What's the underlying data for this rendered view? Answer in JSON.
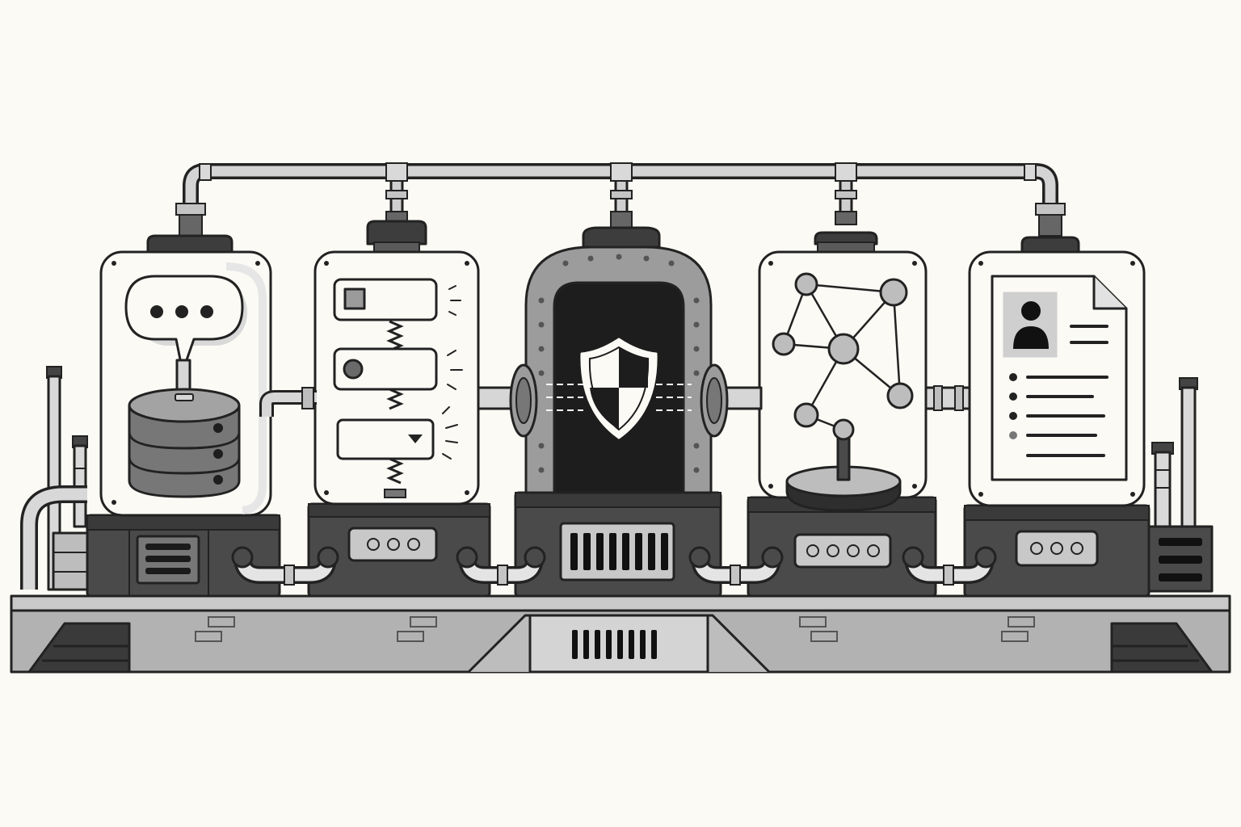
{
  "palette": {
    "background": "#fcfaf4",
    "outline": "#222222",
    "dark": "#2b2b2b",
    "mid": "#5f5f5f",
    "light": "#a9a9a9",
    "pale": "#d8d8d8",
    "glass": "#fbfaf5"
  },
  "stages": [
    {
      "name": "chat-database",
      "icons": [
        "speech-bubble-icon",
        "database-icon"
      ],
      "base_indicator": "vent-slots"
    },
    {
      "name": "form-fields",
      "icons": [
        "checkbox-field-icon",
        "radio-field-icon",
        "dropdown-field-icon"
      ],
      "base_indicator": "lights",
      "lights": 3
    },
    {
      "name": "security-gate",
      "icons": [
        "shield-icon"
      ],
      "base_indicator": "grille"
    },
    {
      "name": "knowledge-graph",
      "icons": [
        "network-graph-icon",
        "joystick-icon"
      ],
      "base_indicator": "lights",
      "lights": 4
    },
    {
      "name": "profile-document",
      "icons": [
        "profile-document-icon"
      ],
      "base_indicator": "lights",
      "lights": 3
    }
  ]
}
